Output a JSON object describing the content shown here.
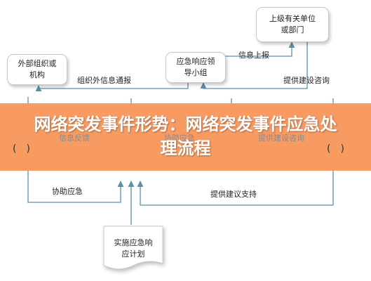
{
  "nodes": {
    "superior_unit": "上级有关单位\n或部门",
    "external_org": "外部组织或\n机构",
    "leading_group": "应急响应领\n导小组",
    "implement_plan": "实施应急响\n应计划"
  },
  "edge_labels": {
    "info_report": "信息上报",
    "provide_advice": "提供建设咨询",
    "organize_external_notice": "组织外信息通报",
    "info_feedback": "信息反馈",
    "assist_emergency_mid": "协助应急",
    "provide_advice_mid": "提供建设咨询",
    "assist_emergency": "协助应急",
    "provide_support": "提供建议支持"
  },
  "banner": {
    "title": "网络突发事件形势：网络突发事件应急处理流程"
  },
  "parens": {
    "left": "(　)",
    "right": "(　)"
  },
  "colors": {
    "banner": "#f78a48",
    "arrow": "#5b8fa8",
    "node_border": "#c8c8c8"
  }
}
